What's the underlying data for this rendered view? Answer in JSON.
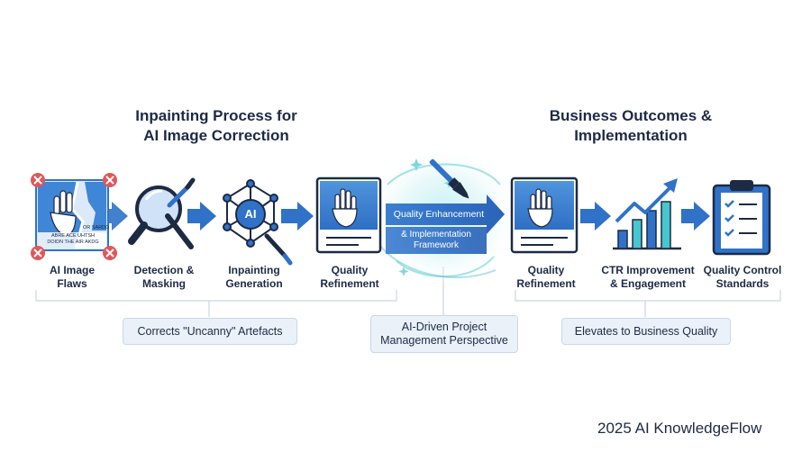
{
  "left_heading": [
    "Inpainting Process for",
    "AI Image Correction"
  ],
  "right_heading": [
    "Business Outcomes &",
    "Implementation"
  ],
  "steps": [
    {
      "line1": "AI Image",
      "line2": "Flaws",
      "icon": "broken-hand-image-icon"
    },
    {
      "line1": "Detection &",
      "line2": "Masking",
      "icon": "magnifier-brush-icon"
    },
    {
      "line1": "Inpainting",
      "line2": "Generation",
      "icon": "ai-network-icon"
    },
    {
      "line1": "Quality",
      "line2": "Refinement",
      "icon": "hand-card-icon"
    },
    {
      "line1": "Quality",
      "line2": "Refinement",
      "icon": "hand-card-icon"
    },
    {
      "line1": "CTR Improvement",
      "line2": "& Engagement",
      "icon": "growth-chart-icon"
    },
    {
      "line1": "Quality Control",
      "line2": "Standards",
      "icon": "clipboard-checklist-icon"
    }
  ],
  "broken_image_text": [
    "ABRE ACE UHTSH",
    "DOIDN THE AIR AKDG"
  ],
  "broken_image_text_small": "OR SARDO",
  "ai_badge": "AI",
  "center_banner": {
    "line1": "Quality Enhancement",
    "line2": "& Implementation",
    "line3": "Framework"
  },
  "pills": {
    "left": "Corrects \"Uncanny\" Artefacts",
    "center_line1": "AI-Driven Project",
    "center_line2": "Management Perspective",
    "right": "Elevates to Business Quality"
  },
  "footer": "2025 AI KnowledgeFlow",
  "colors": {
    "dark_navy": "#1d2a44",
    "primary_blue": "#2f72c8",
    "light_blue": "#cfe2f7",
    "teal": "#48c6cf",
    "red_x": "#e0575b"
  }
}
